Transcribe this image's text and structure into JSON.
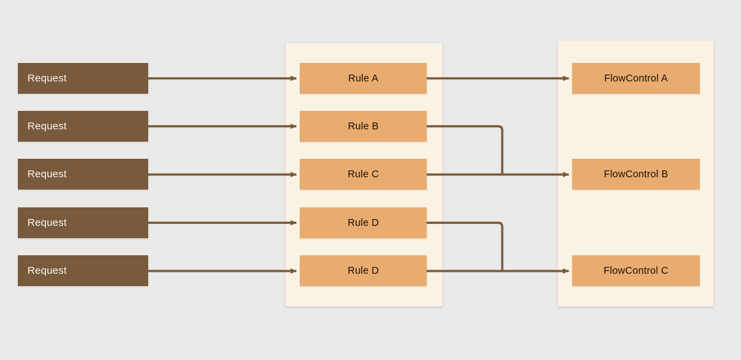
{
  "diagram": {
    "title": "Request to Rule to FlowControl routing diagram",
    "background_color": "#eaeaea",
    "panel_color": "#faf2e3",
    "request_color": "#7a5a3c",
    "rule_color": "#e8ab70",
    "flowcontrol_color": "#e8ab70",
    "connector_color": "#7a5a3c",
    "request_text_color": "#f7f3ee",
    "rule_text_color": "#1d1205"
  },
  "requests": [
    {
      "label": "Request"
    },
    {
      "label": "Request"
    },
    {
      "label": "Request"
    },
    {
      "label": "Request"
    },
    {
      "label": "Request"
    }
  ],
  "rules": [
    {
      "label": "Rule A"
    },
    {
      "label": "Rule B"
    },
    {
      "label": "Rule C"
    },
    {
      "label": "Rule D"
    },
    {
      "label": "Rule D"
    }
  ],
  "flowcontrols": [
    {
      "label": "FlowControl A"
    },
    {
      "label": "FlowControl B"
    },
    {
      "label": "FlowControl C"
    }
  ],
  "connections": [
    {
      "from": "Request 1",
      "to": "Rule A"
    },
    {
      "from": "Request 2",
      "to": "Rule B"
    },
    {
      "from": "Request 3",
      "to": "Rule C"
    },
    {
      "from": "Request 4",
      "to": "Rule D"
    },
    {
      "from": "Request 5",
      "to": "Rule D"
    },
    {
      "from": "Rule A",
      "to": "FlowControl A"
    },
    {
      "from": "Rule B",
      "to": "FlowControl B"
    },
    {
      "from": "Rule C",
      "to": "FlowControl B"
    },
    {
      "from": "Rule D",
      "to": "FlowControl C"
    },
    {
      "from": "Rule D",
      "to": "FlowControl C"
    }
  ]
}
